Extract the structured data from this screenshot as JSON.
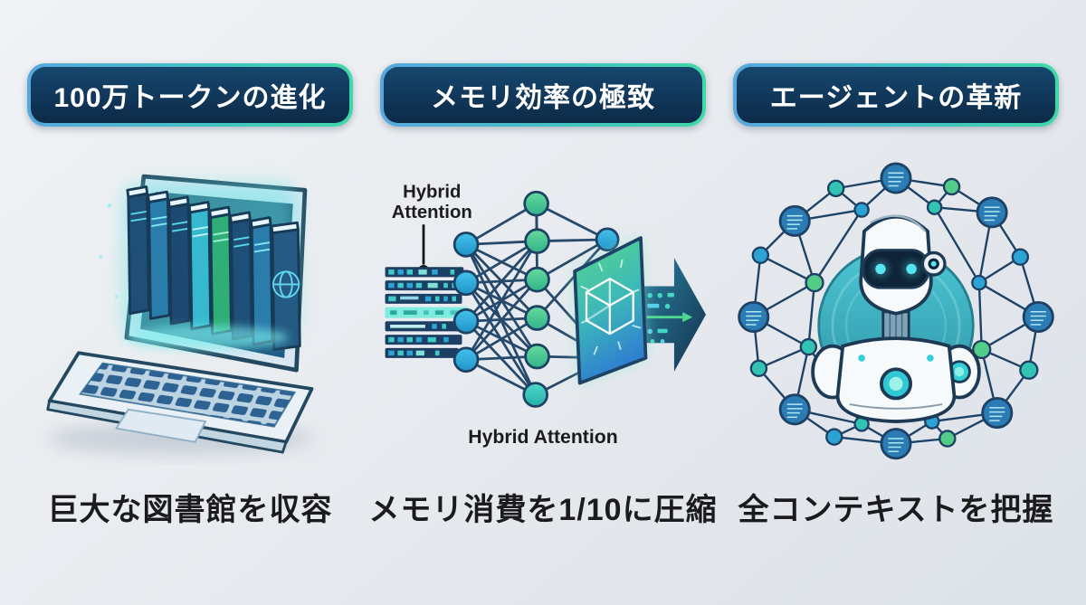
{
  "page": {
    "background_top": "#f0f2f5",
    "background_bottom": "#dde2e9"
  },
  "colors": {
    "badge_border_left": "#58a8dd",
    "badge_border_right": "#41d8a7",
    "badge_fill": "#123a5e",
    "badge_text": "#ffffff",
    "caption_text": "#1b1b1d",
    "outline_navy": "#1d4266",
    "node_blue": "#2fa9dc",
    "node_green": "#4fce8e",
    "node_teal": "#32c3b2",
    "glow_cyan": "#6fe8e8"
  },
  "panels": [
    {
      "badge": "100万トークンの進化",
      "caption": "巨大な図書館を収容",
      "illustration": "laptop-with-books"
    },
    {
      "badge": "メモリ効率の極致",
      "caption": "メモリ消費を1/10に圧縮",
      "illustration": "hybrid-attention-network",
      "callout_line1": "Hybrid",
      "callout_line2": "Attention",
      "diagram_label": "Hybrid Attention"
    },
    {
      "badge": "エージェントの革新",
      "caption": "全コンテキストを把握",
      "illustration": "robot-knowledge-graph"
    }
  ]
}
